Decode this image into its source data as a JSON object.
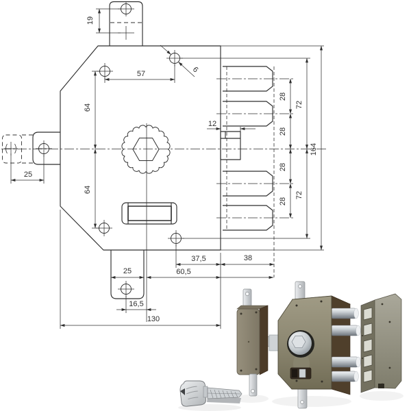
{
  "drawing": {
    "title": "security-lock-technical-drawing",
    "dims": {
      "d19": "19",
      "d57": "57",
      "d6": "6",
      "d64a": "64",
      "d64b": "64",
      "d25_left": "25",
      "d28a": "28",
      "d28b": "28",
      "d28c": "28",
      "d28d": "28",
      "d72a": "72",
      "d72b": "72",
      "d164": "164",
      "d12": "12",
      "d37_5": "37,5",
      "d38": "38",
      "d60_5": "60,5",
      "d25_bottom": "25",
      "d16_5": "16,5",
      "d130": "130"
    }
  },
  "photo": {
    "parts": {
      "cylinder_unit": "external-cylinder-box",
      "lock_body": "lock-body-with-deadbolts",
      "strike_plate": "strike-plate",
      "keys": "pair-of-keys"
    },
    "palette": {
      "line": "#2f2f2f",
      "lock_face": "#8d8872",
      "lock_side": "#4c3b27",
      "strike_face": "#9b998b",
      "chrome_light": "#f0f2f4",
      "chrome_dark": "#7e868e",
      "strap": "#d9dcdf",
      "background": "#ffffff"
    }
  }
}
